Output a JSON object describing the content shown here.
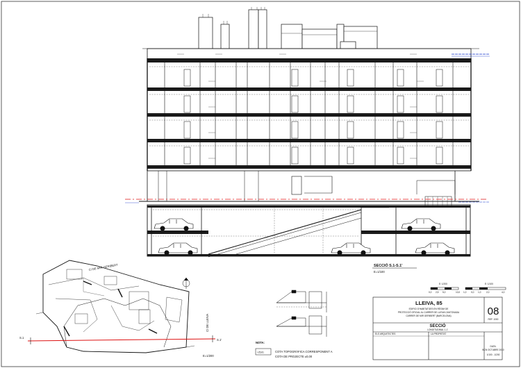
{
  "section": {
    "title": "SECCIÓ  S.1-S.1'",
    "scale": "E=1/100"
  },
  "plan": {
    "street_a": "C/ DE MIR GERIBERT",
    "street_b": "C/ DE LLEIVA",
    "cut_start": "S.1",
    "cut_end": "S.1'",
    "scale": "E=1/200"
  },
  "note": {
    "heading": "NOTA:",
    "level_mark": "+25,81",
    "line1": "COTA TOPOGRÀFICA CORRESPONENT A",
    "line2": "COTA DE PROJECTE ±0,00"
  },
  "scales": {
    "left_label": "E: 1/200",
    "left_ticks": [
      "0,0",
      "2,5",
      "5,0",
      "10,0"
    ],
    "right_label": "E: 1/100",
    "right_ticks": [
      "1,0",
      "0,0",
      "1,0",
      "2,0",
      "4,0"
    ]
  },
  "title_block": {
    "project": "LLEIVA, 85",
    "desc1": "EDIFICI D'HABITATGES EN RÈGIM DE",
    "desc2": "PROTECCIÓ OFICIAL AL CARRER DE LLEIVA CANTONADA",
    "desc3": "CARRER DE MIR GERIBERT (BARCELONA)",
    "sheet_number": "08",
    "ref": "REF. 1000",
    "drawing_title": "SECCIÓ",
    "drawing_sub": "LONGITUDINAL 1-1'",
    "col_left": "ELS ARQUITECTES",
    "col_right": "LA PROPIETAT",
    "date_label": "DATA:",
    "date": "BCN OCTUBRE 2010",
    "scale": "1/100 - 1/200"
  }
}
